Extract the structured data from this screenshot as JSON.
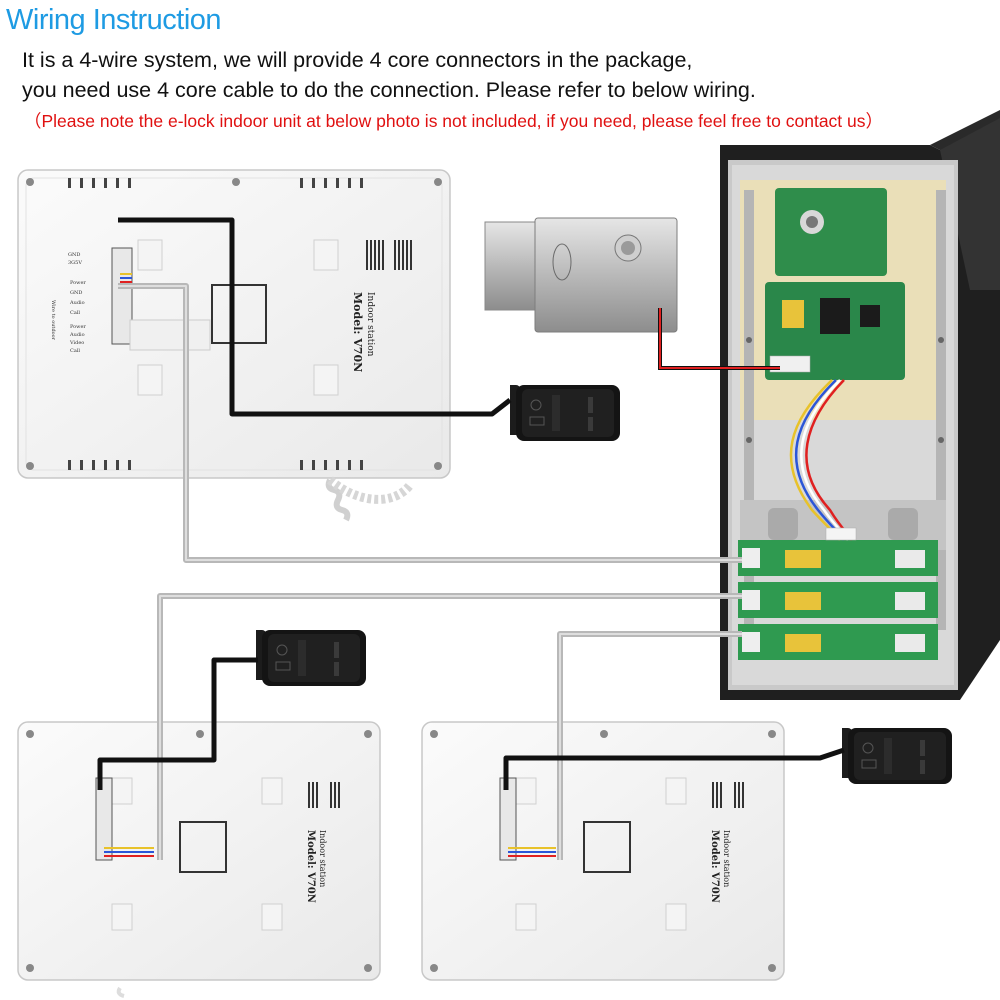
{
  "header": {
    "title": "Wiring Instruction",
    "line1": "It is a 4-wire system, we will provide 4 core connectors in the package,",
    "line2": "you need use 4 core cable to do the connection. Please refer to below wiring.",
    "note": "（Please note the e-lock indoor unit at below photo is not included, if you need, please feel free to contact us）"
  },
  "indoor_unit": {
    "station_label": "Indoor station",
    "model_label": "Model: V70N",
    "outdoor_label": "Wire to outdoor",
    "terminals": [
      "GND",
      "3G5V",
      "Power",
      "GND",
      "Audio",
      "Call",
      "Power",
      "Audio",
      "Video",
      "Call"
    ]
  },
  "colors": {
    "accent": "#1e9be3",
    "note": "#e01010",
    "wire_black": "#111111",
    "wire_gray": "#b8b8b8",
    "wire_red": "#e02020",
    "pcb_green": "#2e9a50",
    "housing_dark": "#222222"
  },
  "icons": [
    "power-adapter-icon",
    "electric-lock-icon",
    "outdoor-camera-board-icon",
    "indoor-monitor-back-icon"
  ]
}
